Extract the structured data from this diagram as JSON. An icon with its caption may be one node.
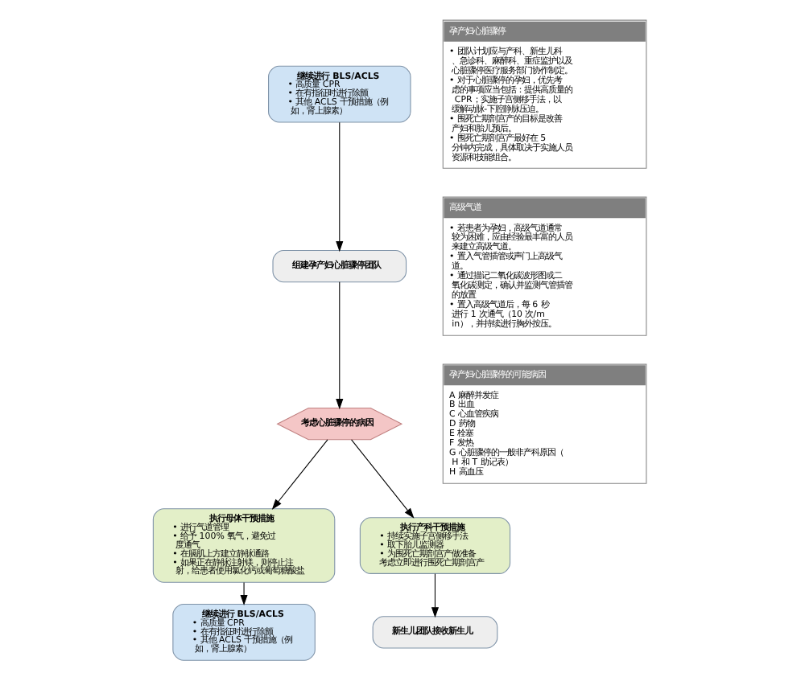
{
  "diagram": {
    "nodes": [
      {
        "text": [
          "继续进行 BLS/ACLS",
          "• 高质量 CPR",
          "• 在有指征时进行除颤",
          "• 其他 ACLS 干预措施（例如，肾上腺素）"
        ]
      },
      {
        "text": [
          "组建孕产妇心脏骤停团队"
        ]
      },
      {
        "text": [
          "考虑心脏骤停的病因"
        ]
      },
      {
        "text": [
          "执行母体干预措施",
          "• 进行气道管理",
          "• 给予 100% 氧气，避免过度通气",
          "• 在膈肌上方建立静脉通路",
          "• 如果正在静脉注射镁，则停止注射，给患者使用氯化钙或葡萄糖酸盐"
        ]
      },
      {
        "text": [
          "执行产科干预措施",
          "• 持续实施子宫侧移手法",
          "• 取下胎儿监测器",
          "• 为围死亡期剖宫产做准备",
          "考虑立即进行围死亡期剖宫产"
        ]
      },
      {
        "text": [
          "继续进行 BLS/ACLS",
          "• 高质量 CPR",
          "• 在有指征时进行除颤",
          "• 其他 ACLS 干预措施（例如，肾上腺素）"
        ]
      },
      {
        "text": [
          "新生儿团队接收新生儿"
        ]
      },
      {
        "text": [
          "孕产妇心脏骤停",
          "• 团队计划应与产科、新生儿科、急诊科、麻醉科、重症监护以及心脏骤停医疗服务部门协作制定。",
          "• 对于心脏骤停的孕妇，优先考虑的事项应当包括：提供高质量的 CPR；实施子宫侧移手法，以缓解动脉-下腔静脉压迫。",
          "• 围死亡期剖宫产的目标是改善产妇和胎儿预后。",
          "• 围死亡期剖宫产最好在 5 分钟内完成，具体取决于实施人员资源和技能组合。"
        ]
      },
      {
        "text": [
          "高级气道",
          "• 若患者为孕妇，高级气道通常较为困难，应由经验最丰富的人员来建立高级气道。",
          "• 置入气管插管或声门上高级气道。",
          "• 通过描记二氧化碳波形图或二氧化碳测定，确认并监测气管插管的放置",
          "• 置入高级气道后，每 6 秒进行 1 次通气（10 次/min），并持续进行胸外按压。"
        ]
      },
      {
        "text": [
          "孕产妇心脏骤停的可能病因",
          "A 麻醉并发症",
          "B 出血",
          "C 心血管疾病",
          "D 药物",
          "E 栓塞",
          "F 发热",
          "G 心脏骤停的一般非产科原因（H 和 T 助记表）",
          "H 高血压"
        ]
      }
    ],
    "edges": [
      {
        "from": 0,
        "to": 1,
        "arrow": "to"
      },
      {
        "from": 1,
        "to": 2,
        "arrow": "to"
      },
      {
        "from": 2,
        "to": 3,
        "arrow": "to"
      },
      {
        "from": 2,
        "to": 4,
        "arrow": "to"
      },
      {
        "from": 3,
        "to": 5,
        "arrow": "to"
      },
      {
        "from": 4,
        "to": 6,
        "arrow": "to"
      }
    ]
  }
}
